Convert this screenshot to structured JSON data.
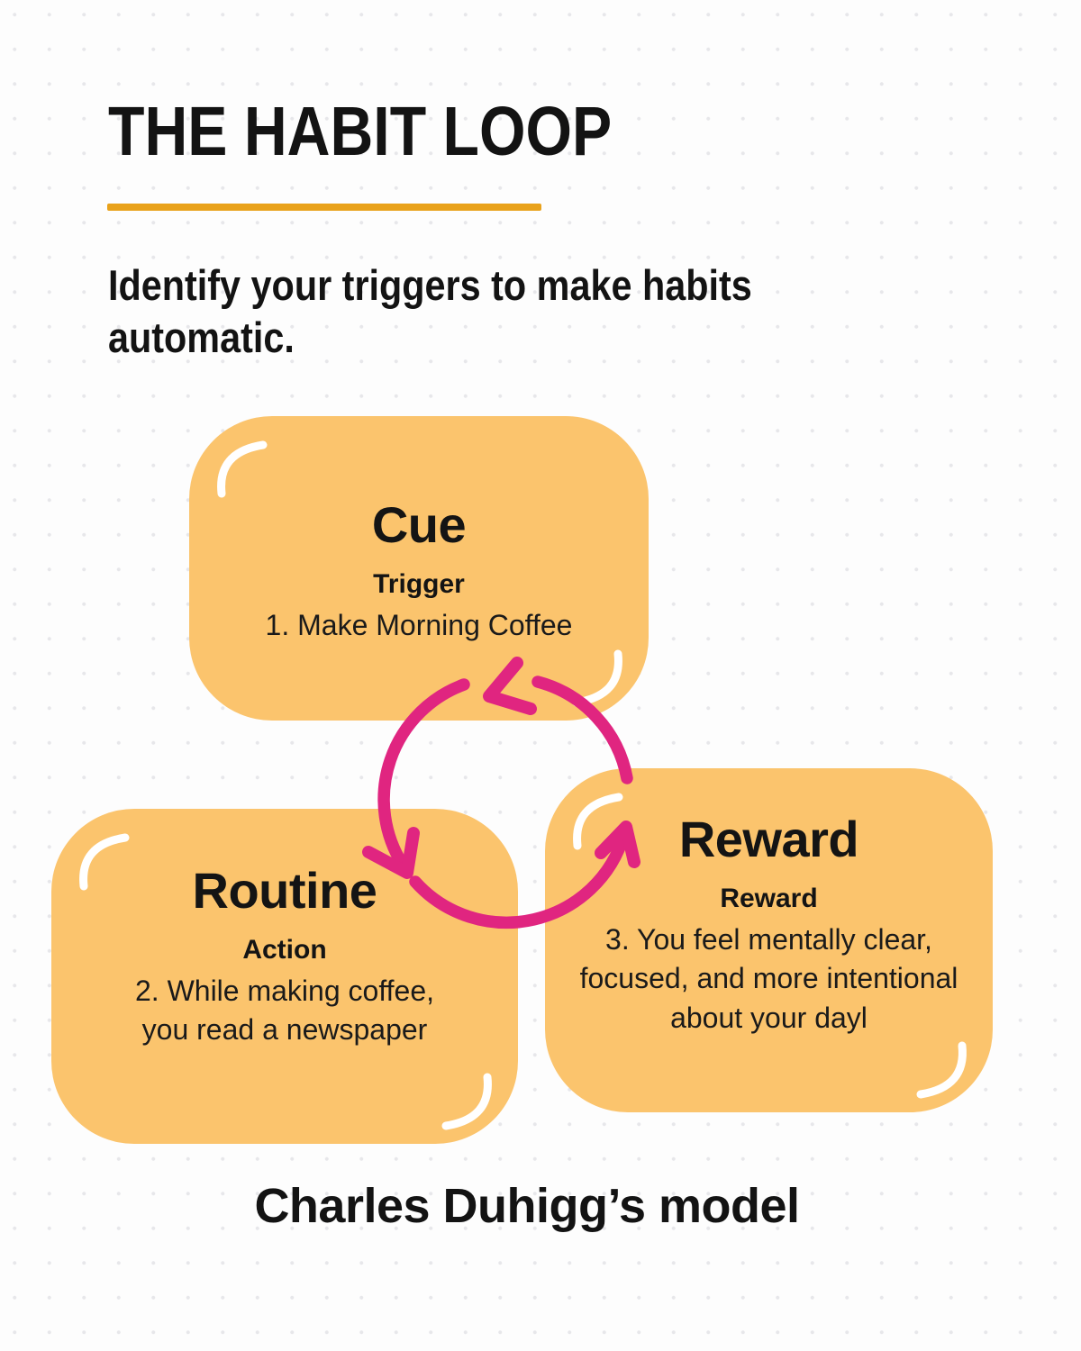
{
  "page": {
    "title": "THE HABIT LOOP",
    "subtitle": "Identify your triggers to make habits\nautomatic.",
    "footer": "Charles Duhigg’s model"
  },
  "colors": {
    "node_fill": "#FBC46D",
    "arrow_pink": "#E02580",
    "underline_gold": "#E9A21B",
    "text": "#141414",
    "background": "#FDFDFD",
    "dot_grid": "#E7E7EA"
  },
  "loop": {
    "direction": "counterclockwise",
    "segments": 3
  },
  "nodes": [
    {
      "id": "cue",
      "title": "Cue",
      "label": "Trigger",
      "description": "1. Make Morning Coffee"
    },
    {
      "id": "routine",
      "title": "Routine",
      "label": "Action",
      "description": "2. While making coffee,\nyou read a newspaper"
    },
    {
      "id": "reward",
      "title": "Reward",
      "label": "Reward",
      "description": "3. You feel mentally clear,\nfocused, and more intentional\nabout your dayl"
    }
  ]
}
